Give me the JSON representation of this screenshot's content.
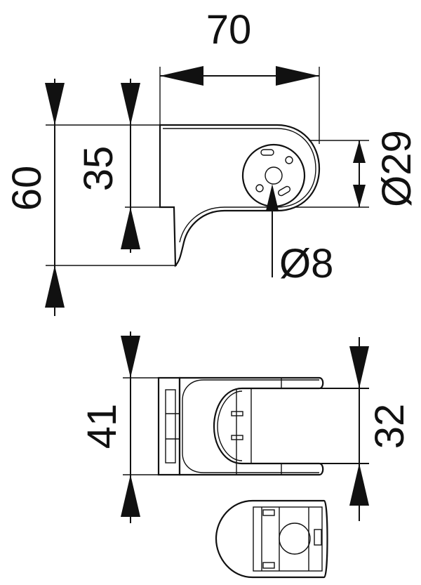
{
  "dimensions": {
    "width_top": "70",
    "height_total": "60",
    "height_upper": "35",
    "diameter_head": "Ø29",
    "diameter_hole": "Ø8",
    "width_plan": "41",
    "width_inner": "32"
  },
  "colors": {
    "line": "#111111",
    "background": "#ffffff"
  }
}
